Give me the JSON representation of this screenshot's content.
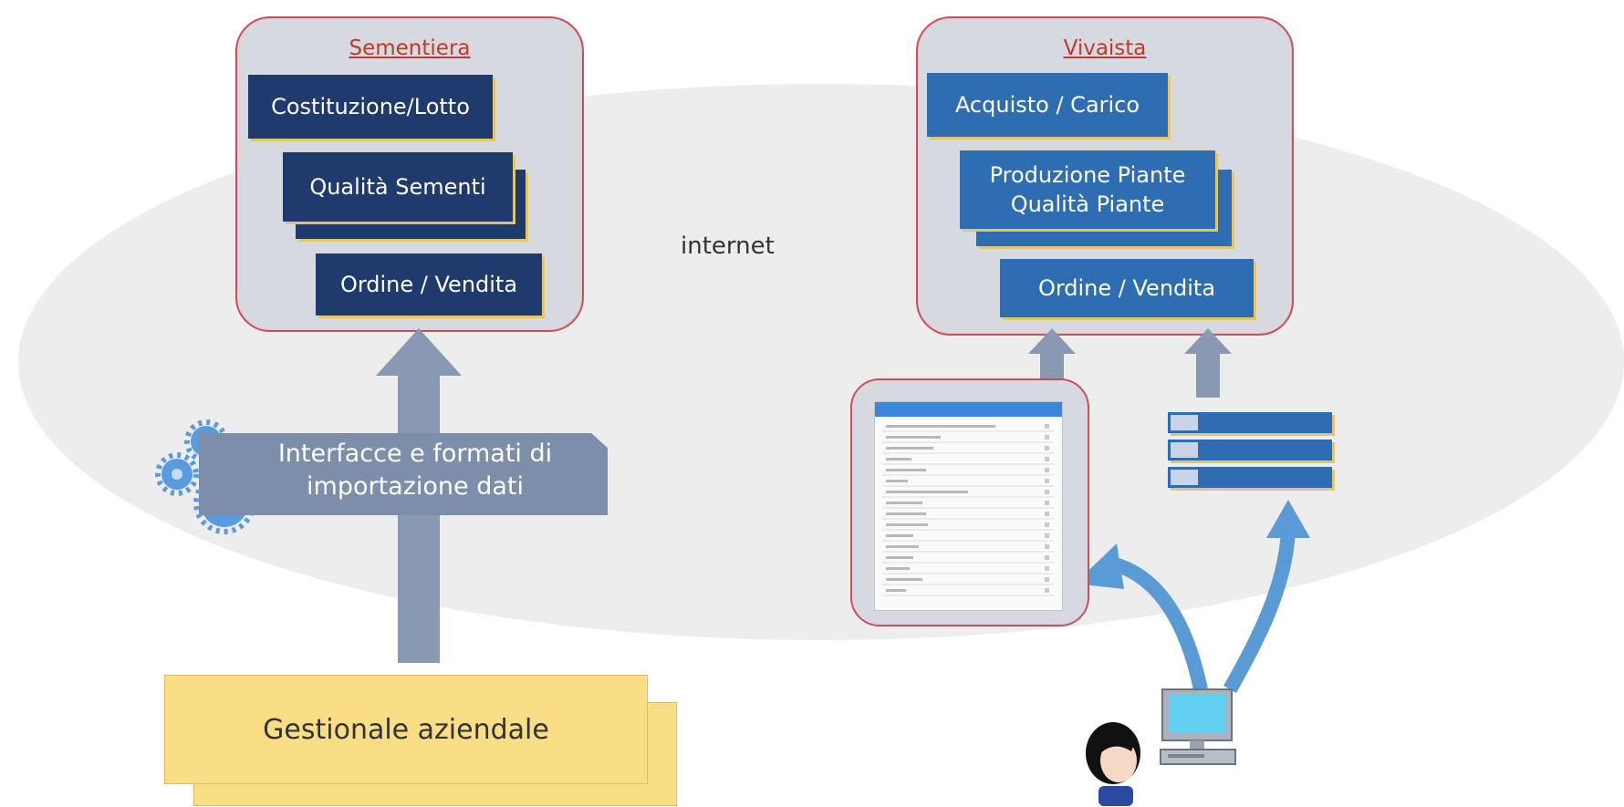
{
  "internet_label": "internet",
  "sementiera": {
    "title": "Sementiera",
    "boxes": [
      "Costituzione/Lotto",
      "Qualità Sementi",
      "Ordine / Vendita"
    ]
  },
  "vivaista": {
    "title": "Vivaista",
    "boxes": [
      "Acquisto / Carico",
      "Produzione Piante",
      "Qualità Piante",
      "Ordine / Vendita"
    ]
  },
  "banner": {
    "line1": "Interfacce e formati di",
    "line2": "importazione dati"
  },
  "gestionale": "Gestionale aziendale",
  "colors": {
    "panel_border": "#c9505b",
    "panel_fill": "#d6dae0",
    "navy_box": "#1f3a6c",
    "blue_box": "#2f6db2",
    "arrow": "#8a99b3",
    "curved_arrow": "#5b9bd5",
    "yellow_box": "#f9de86"
  }
}
